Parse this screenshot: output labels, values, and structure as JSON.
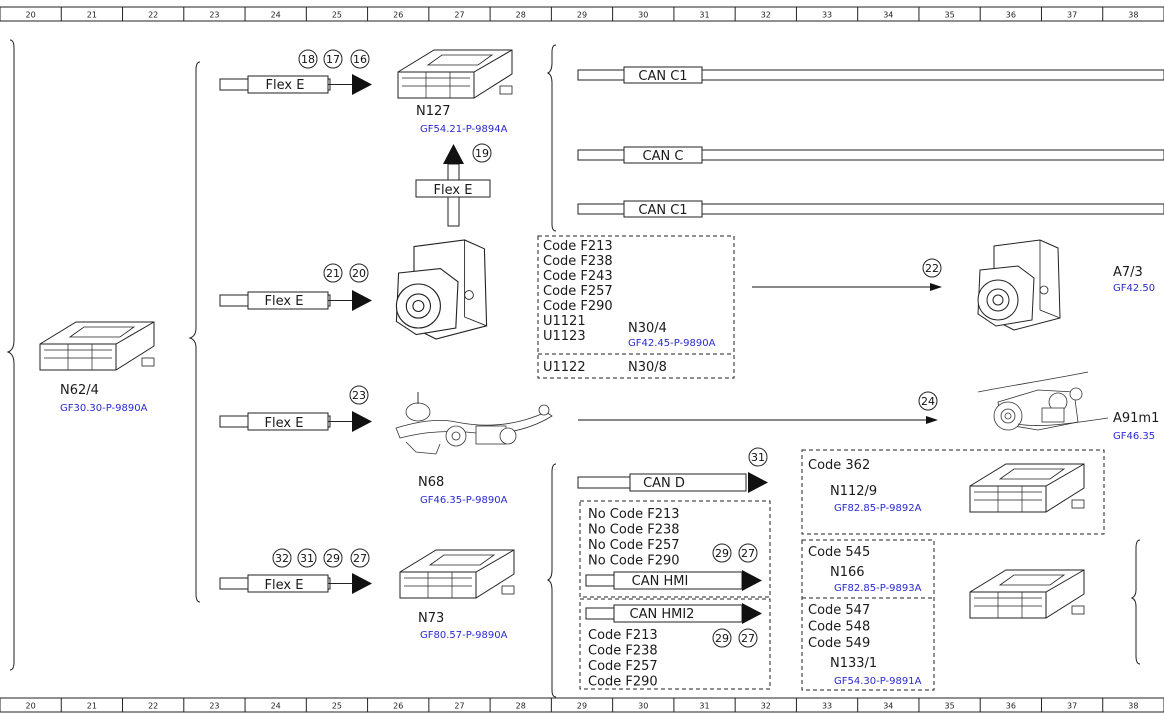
{
  "ruler": {
    "columns": [
      "20",
      "21",
      "22",
      "23",
      "24",
      "25",
      "26",
      "27",
      "28",
      "29",
      "30",
      "31",
      "32",
      "33",
      "34",
      "35",
      "36",
      "37",
      "38"
    ]
  },
  "components": {
    "n62_4": {
      "name": "N62/4",
      "ref": "GF30.30-P-9890A"
    },
    "n127": {
      "name": "N127",
      "ref": "GF54.21-P-9894A"
    },
    "n68": {
      "name": "N68",
      "ref": "GF46.35-P-9890A"
    },
    "n73": {
      "name": "N73",
      "ref": "GF80.57-P-9890A"
    },
    "a7_3": {
      "name": "A7/3",
      "ref": "GF42.50"
    },
    "a91m1": {
      "name": "A91m1",
      "ref": "GF46.35"
    },
    "n30_4": {
      "name": "N30/4",
      "ref": "GF42.45-P-9890A"
    },
    "n30_8": {
      "name": "N30/8"
    },
    "n112_9": {
      "name": "N112/9",
      "ref": "GF82.85-P-9892A"
    },
    "n166": {
      "name": "N166",
      "ref": "GF82.85-P-9893A"
    },
    "n133_1": {
      "name": "N133/1",
      "ref": "GF54.30-P-9891A"
    }
  },
  "buses": {
    "flex_e": "Flex E",
    "can_c1": "CAN C1",
    "can_c": "CAN C",
    "can_d": "CAN D",
    "can_hmi": "CAN HMI",
    "can_hmi2": "CAN HMI2"
  },
  "markers": {
    "m16": "16",
    "m17": "17",
    "m18": "18",
    "m19": "19",
    "m20": "20",
    "m21": "21",
    "m22": "22",
    "m23": "23",
    "m24": "24",
    "m27": "27",
    "m29": "29",
    "m31": "31",
    "m32": "32"
  },
  "code_boxes": {
    "n30_codes": [
      "Code F213",
      "Code F238",
      "Code F243",
      "Code F257",
      "Code F290",
      "U1121",
      "U1123"
    ],
    "n30_8_code": "U1122",
    "no_codes": [
      "No Code F213",
      "No Code F238",
      "No Code F257",
      "No Code F290"
    ],
    "hmi2_codes": [
      "Code F213",
      "Code F238",
      "Code F257",
      "Code F290"
    ],
    "code_362": "Code 362",
    "code_545": "Code 545",
    "codes_547": [
      "Code 547",
      "Code 548",
      "Code 549"
    ]
  }
}
